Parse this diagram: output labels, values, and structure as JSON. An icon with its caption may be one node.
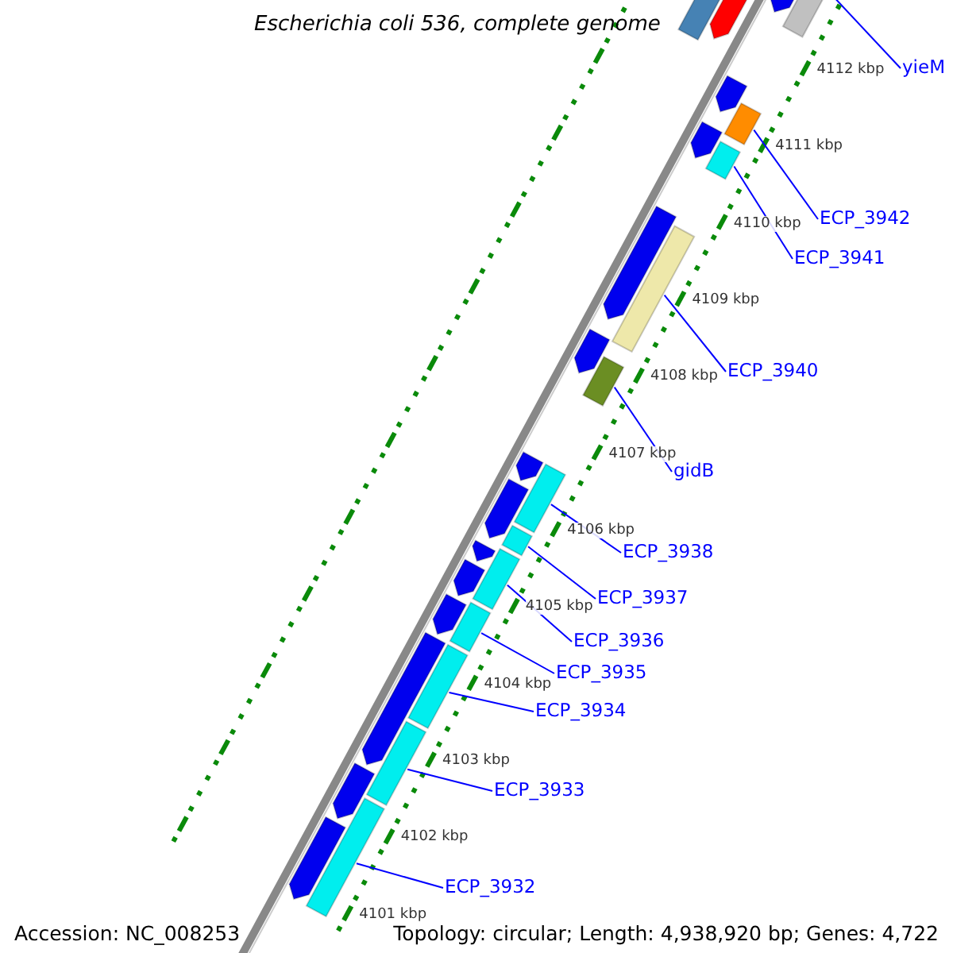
{
  "diagram": {
    "title": "Escherichia coli 536, complete genome",
    "nodes": [
      {
        "text": [],
        "shape": "bar"
      },
      {
        "text": [
          "yieM"
        ]
      },
      {
        "text": [],
        "shape": "bar"
      },
      {
        "text": [
          "ECP_3942"
        ]
      },
      {
        "text": [],
        "shape": "bar"
      },
      {
        "text": [
          "ECP_3941"
        ]
      },
      {
        "text": [],
        "shape": "bar"
      },
      {
        "text": [
          "ECP_3940"
        ]
      },
      {
        "text": [],
        "shape": "bar"
      },
      {
        "text": [
          "gidB"
        ]
      },
      {
        "text": [],
        "shape": "bar"
      },
      {
        "text": [
          "ECP_3938"
        ]
      },
      {
        "text": [],
        "shape": "bar"
      },
      {
        "text": [
          "ECP_3937"
        ]
      },
      {
        "text": [],
        "shape": "bar"
      },
      {
        "text": [
          "ECP_3936"
        ]
      },
      {
        "text": [],
        "shape": "bar"
      },
      {
        "text": [
          "ECP_3935"
        ]
      },
      {
        "text": [],
        "shape": "bar"
      },
      {
        "text": [
          "ECP_3934"
        ]
      },
      {
        "text": [],
        "shape": "bar"
      },
      {
        "text": [
          "ECP_3933"
        ]
      },
      {
        "text": [],
        "shape": "bar"
      },
      {
        "text": [
          "ECP_3932"
        ]
      },
      {
        "text": [],
        "shape": "bar"
      },
      {
        "text": [],
        "shape": "bar"
      },
      {
        "text": [],
        "shape": "bar"
      },
      {
        "text": [],
        "shape": "bar"
      },
      {
        "text": [],
        "shape": "bar"
      },
      {
        "text": [],
        "shape": "bar"
      },
      {
        "text": [],
        "shape": "bar"
      },
      {
        "text": [],
        "shape": "bar"
      },
      {
        "text": [],
        "shape": "bar"
      },
      {
        "text": [],
        "shape": "bar"
      },
      {
        "text": [],
        "shape": "bar"
      },
      {
        "text": [],
        "shape": "bar"
      },
      {
        "text": [],
        "shape": "bar"
      },
      {
        "text": [],
        "shape": "bar"
      },
      {
        "text": [],
        "shape": "bar"
      }
    ],
    "edges": [
      {
        "from": 1,
        "to": 0,
        "arrow": "none"
      },
      {
        "from": 3,
        "to": 2,
        "arrow": "none"
      },
      {
        "from": 5,
        "to": 4,
        "arrow": "none"
      },
      {
        "from": 7,
        "to": 6,
        "arrow": "none"
      },
      {
        "from": 9,
        "to": 8,
        "arrow": "none"
      },
      {
        "from": 11,
        "to": 10,
        "arrow": "none"
      },
      {
        "from": 13,
        "to": 12,
        "arrow": "none"
      },
      {
        "from": 15,
        "to": 14,
        "arrow": "none"
      },
      {
        "from": 17,
        "to": 16,
        "arrow": "none"
      },
      {
        "from": 19,
        "to": 18,
        "arrow": "none"
      },
      {
        "from": 21,
        "to": 20,
        "arrow": "none"
      },
      {
        "from": 23,
        "to": 22,
        "arrow": "none"
      }
    ],
    "labels": [
      "4112 kbp",
      "4111 kbp",
      "4110 kbp",
      "4109 kbp",
      "4108 kbp",
      "4107 kbp",
      "4106 kbp",
      "4105 kbp",
      "4104 kbp",
      "4103 kbp",
      "4102 kbp",
      "4101 kbp",
      "Accession: NC_008253",
      "Topology: circular; Length: 4,938,920 bp; Genes: 4,722"
    ]
  }
}
